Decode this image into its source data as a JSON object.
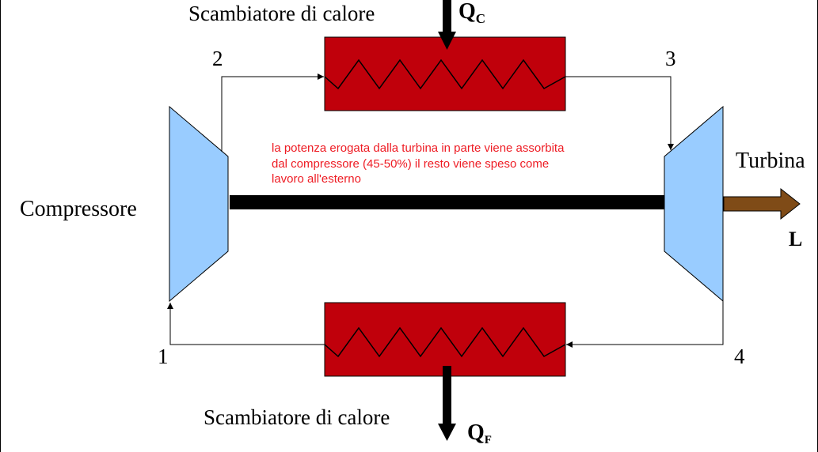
{
  "labels": {
    "heat_exchanger_top": "Scambiatore di calore",
    "heat_exchanger_bottom": "Scambiatore di calore",
    "compressor": "Compressore",
    "turbine": "Turbina",
    "work": "L",
    "qc_main": "Q",
    "qc_sub": "C",
    "qf_main": "Q",
    "qf_sub": "F",
    "node_1": "1",
    "node_2": "2",
    "node_3": "3",
    "node_4": "4"
  },
  "note": {
    "line1": "la potenza erogata dalla turbina in parte viene assorbita",
    "line2": "dal compressore (45-50%) il resto viene speso come",
    "line3": "lavoro all'esterno"
  },
  "colors": {
    "exchanger_fill": "#c0000b",
    "machine_fill": "#99ccff",
    "shaft": "#000000",
    "work_arrow": "#7f4b17",
    "note_text": "#ee1c24"
  }
}
